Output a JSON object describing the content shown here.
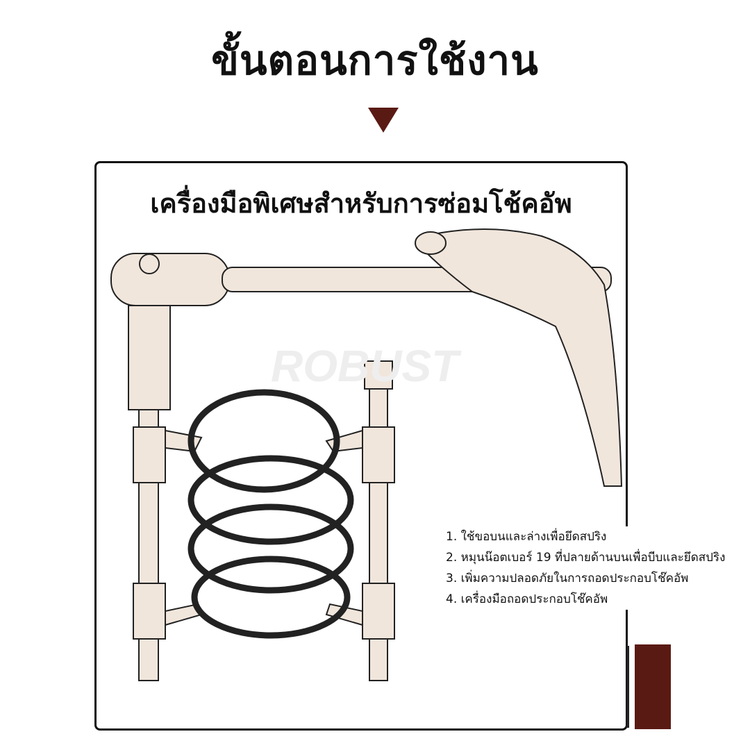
{
  "header": {
    "title": "ขั้นตอนการใช้งาน"
  },
  "panel": {
    "subtitle": "เครื่องมือพิเศษสำหรับการซ่อมโช้คอัพ",
    "watermark": "ROBUST",
    "steps": [
      "1. ใช้ขอบนและล่างเพื่อยึดสปริง",
      "2. หมุนน๊อตเบอร์ 19 ที่ปลายด้านบนเพื่อบีบและยึดสปริง",
      "3. เพิ่มความปลอดภัยในการถอดประกอบโช๊คอัพ",
      "4. เครื่องมือถอดประกอบโช๊คอัพ"
    ]
  },
  "colors": {
    "accent": "#5a1a14",
    "tool": "#f1e6dc"
  }
}
